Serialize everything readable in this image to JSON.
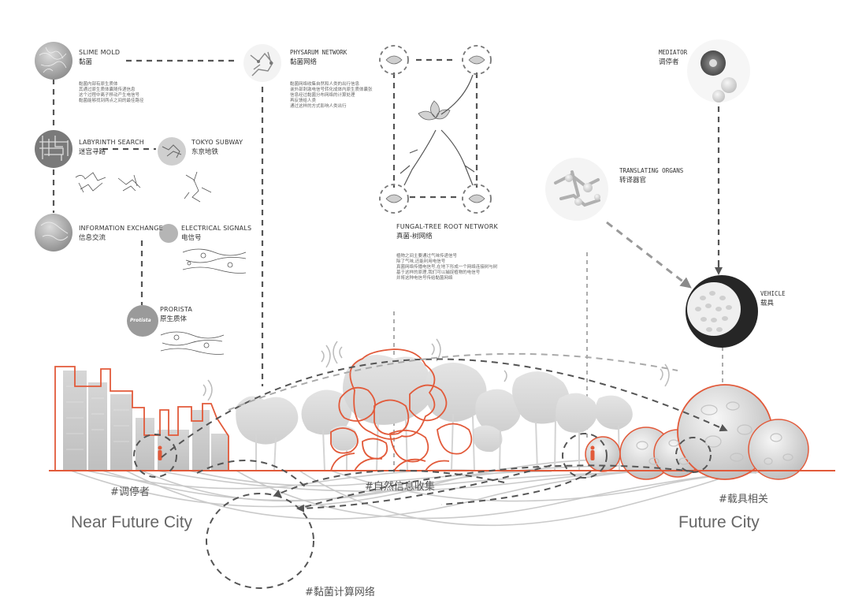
{
  "nodes": {
    "slime_mold": {
      "en": "SLIME MOLD",
      "cn": "黏菌"
    },
    "physarum": {
      "en": "PHYSARUM NETWORK",
      "cn": "黏菌网络"
    },
    "labyrinth": {
      "en": "LABYRINTH SEARCH",
      "cn": "迷宫寻路"
    },
    "tokyo": {
      "en": "TOKYO SUBWAY",
      "cn": "东京地铁"
    },
    "info_exchange": {
      "en": "INFORMATION EXCHANGE",
      "cn": "信息交流"
    },
    "electrical": {
      "en": "ELECTRICAL SIGNALS",
      "cn": "电信号"
    },
    "prorista": {
      "en": "PRORISTA",
      "cn": "原生质体",
      "badge": "Protista"
    },
    "fungal": {
      "en": "FUNGAL-TREE ROOT NETWORK",
      "cn": "真菌-树网络"
    },
    "mediator": {
      "en": "MEDIATOR",
      "cn": "调停者"
    },
    "translating": {
      "en": "TRANSLATING ORGANS",
      "cn": "转译器官"
    },
    "vehicle": {
      "en": "VEHICLE",
      "cn": "载具"
    }
  },
  "descriptions": {
    "slime_mold": [
      "黏菌内部有原生质体",
      "其通过原生质体囊随传递信息",
      "这个过程中离子移动产生电信号",
      "黏菌能够找到两点之间的最佳路径"
    ],
    "physarum": [
      "黏菌网络收集自然和人类的出行信息",
      "诶外部刺激电信号转化成体内原生质体囊张",
      "信息经过黏菌分布网络的计算处理",
      "再反馈给人类",
      "通过这样的方式影响人类出行"
    ],
    "fungal": [
      "植物之间主要通过气味传递信号",
      "除了气味,还能利用电信号",
      "真菌网络传播电信号,在地下形成一个网络连接树与树",
      "基于这样的原理,我们可以捕捉植物的电信号",
      "并将这种电信号传给黏菌网络"
    ]
  },
  "tags": {
    "mediator": "#调停者",
    "nature": "#自然信息收集",
    "vehicle": "#载具相关",
    "network": "#黏菌计算网络"
  },
  "cities": {
    "near": "Near Future City",
    "future": "Future City"
  },
  "colors": {
    "accent": "#e25a3a",
    "dash": "#555555",
    "arc": "#c9c9c9",
    "text": "#333333"
  }
}
